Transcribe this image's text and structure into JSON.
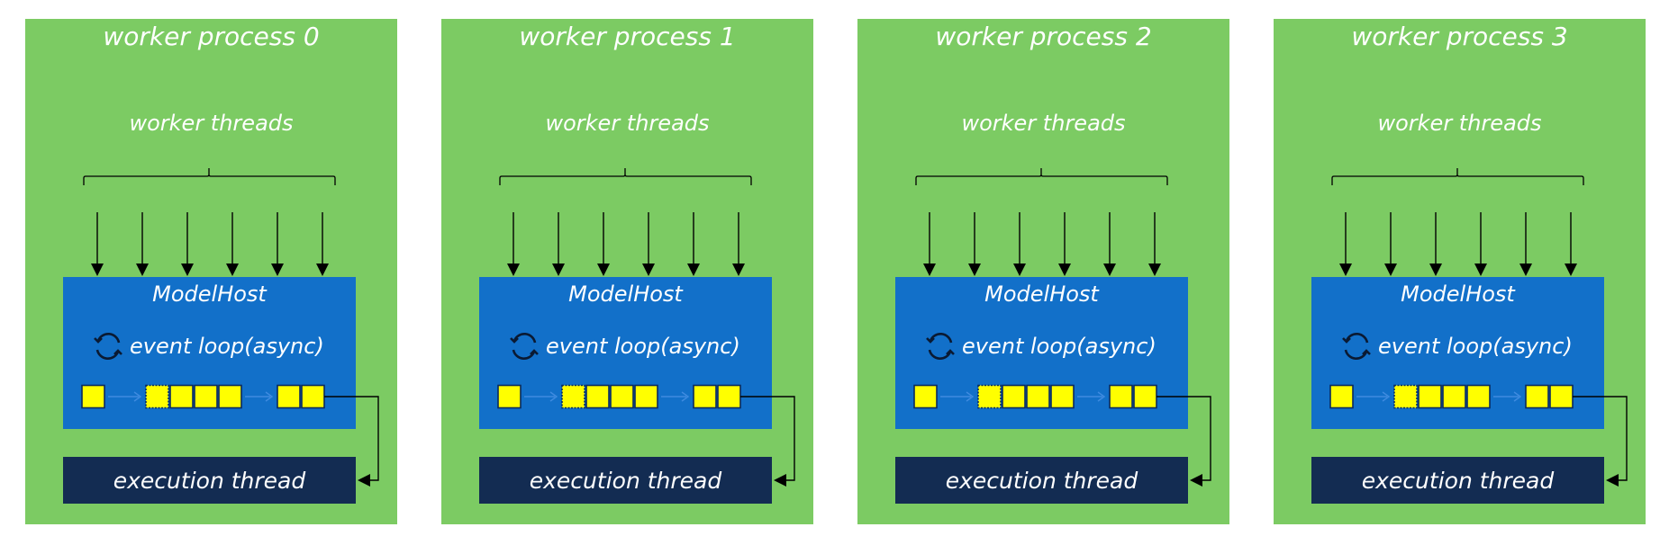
{
  "colors": {
    "panel": "#7ccb63",
    "modelhost": "#1270c9",
    "execution": "#132c52",
    "queue_item": "#ffff00",
    "text": "#ffffff",
    "arrow": "#000000"
  },
  "processes": [
    {
      "title": "worker process 0",
      "threads_label": "worker threads",
      "host_title": "ModelHost",
      "loop_label": "event loop(async)",
      "exec_label": "execution thread",
      "icon": "refresh-icon"
    },
    {
      "title": "worker process 1",
      "threads_label": "worker threads",
      "host_title": "ModelHost",
      "loop_label": "event loop(async)",
      "exec_label": "execution thread",
      "icon": "refresh-icon"
    },
    {
      "title": "worker process 2",
      "threads_label": "worker threads",
      "host_title": "ModelHost",
      "loop_label": "event loop(async)",
      "exec_label": "execution thread",
      "icon": "refresh-icon"
    },
    {
      "title": "worker process 3",
      "threads_label": "worker threads",
      "host_title": "ModelHost",
      "loop_label": "event loop(async)",
      "exec_label": "execution thread",
      "icon": "refresh-icon"
    }
  ]
}
